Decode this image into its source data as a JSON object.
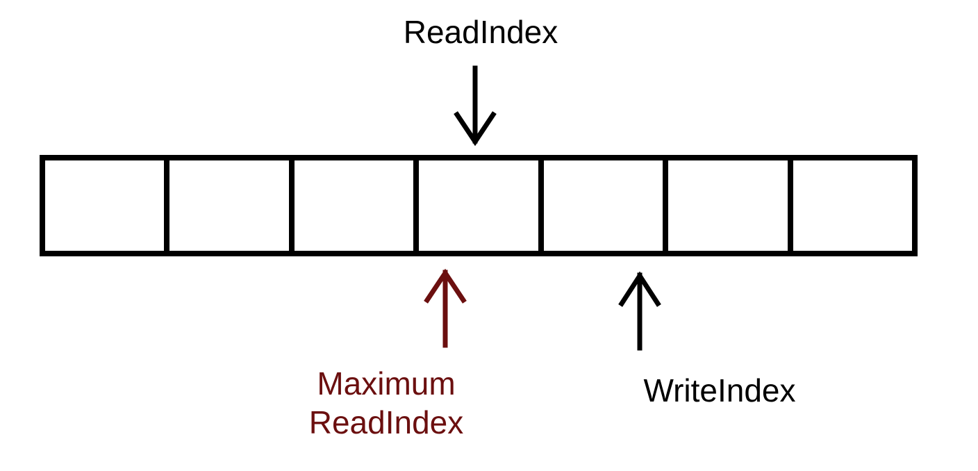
{
  "labels": {
    "read_index": "ReadIndex",
    "maximum_read_index_line1": "Maximum",
    "maximum_read_index_line2": "ReadIndex",
    "write_index": "WriteIndex"
  },
  "buffer": {
    "slot_count": 7
  },
  "colors": {
    "line": "#000000",
    "maximum_read_index": "#6b0f0f",
    "background": "#ffffff"
  }
}
